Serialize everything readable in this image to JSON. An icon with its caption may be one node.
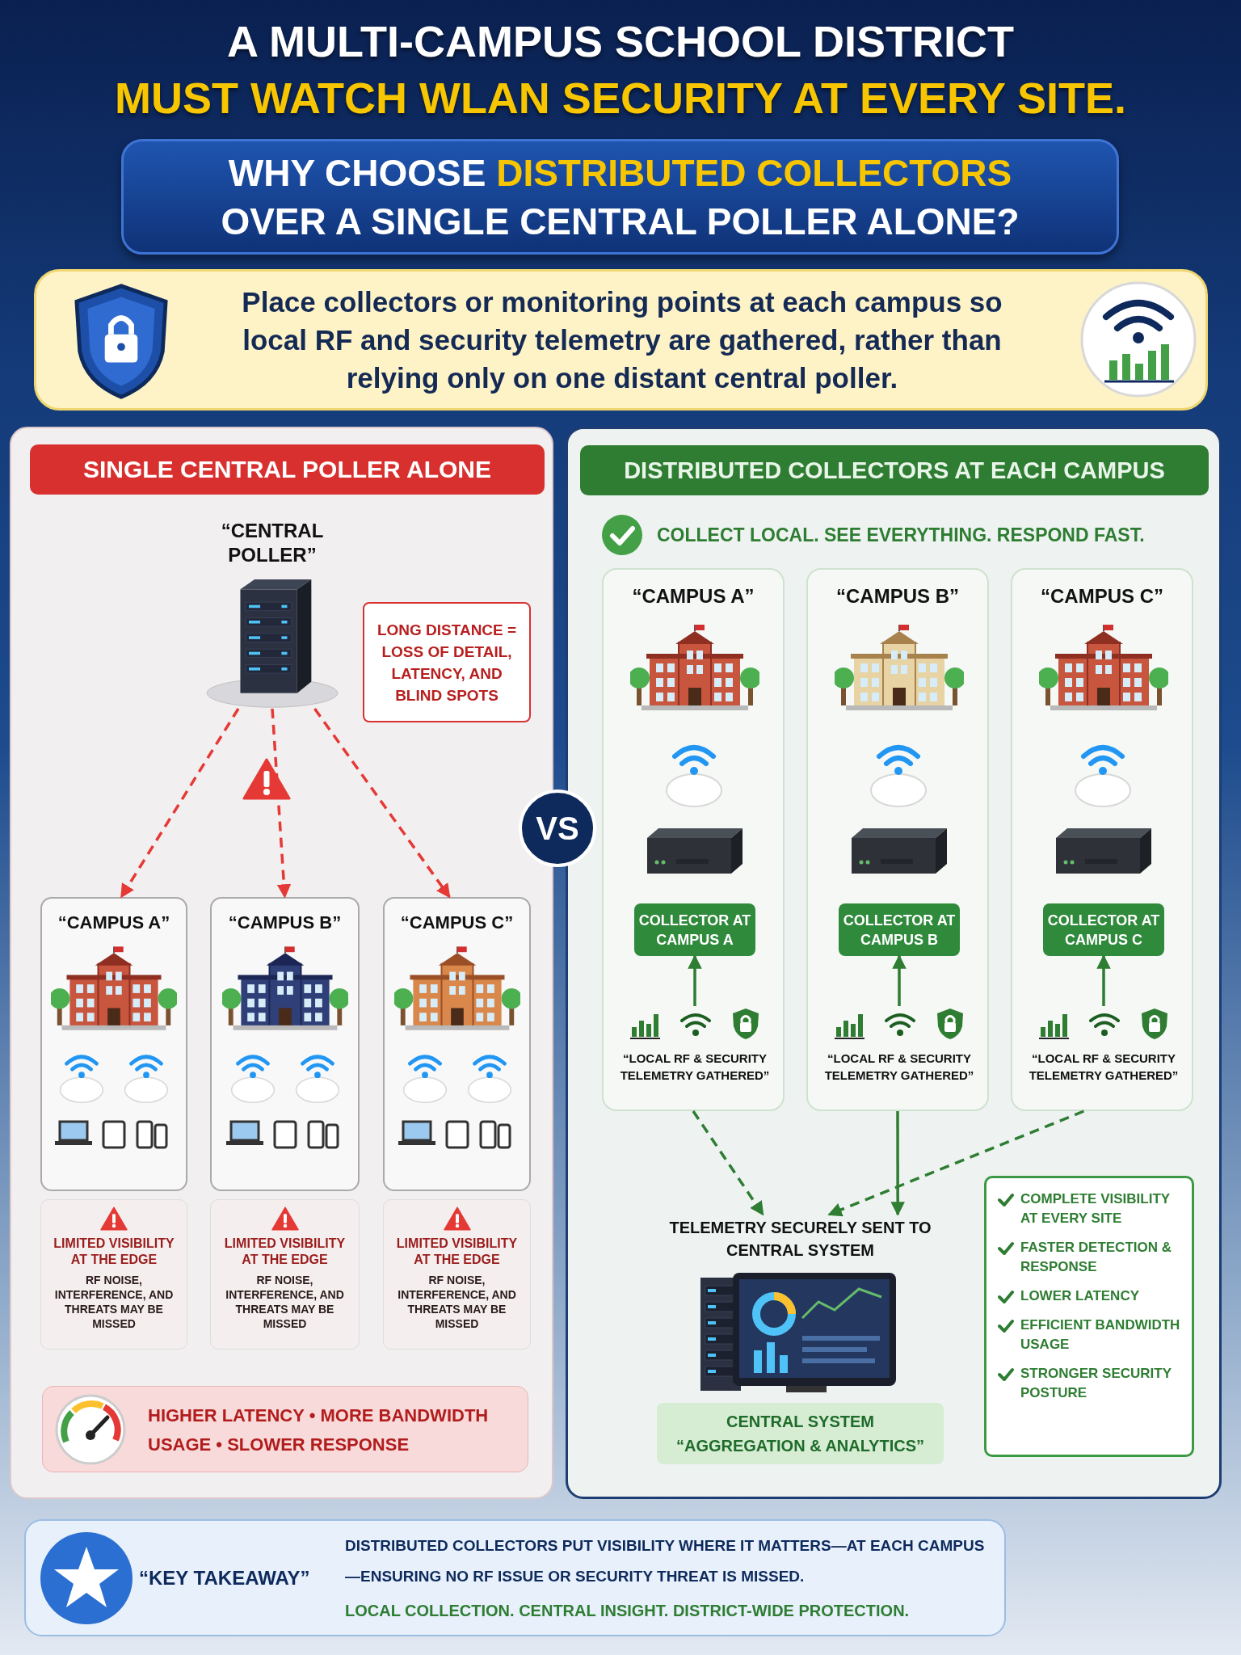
{
  "diagram": {
    "title": "A MULTI-CAMPUS SCHOOL DISTRICT **MUST WATCH WLAN SECURITY AT EVERY SITE.**",
    "nodes": [
      {
        "text": [
          "WHY CHOOSE **DISTRIBUTED COLLECTORS** OVER A SINGLE CENTRAL POLLER ALONE?"
        ]
      },
      {
        "text": [
          "Place collectors or monitoring points at each campus so local RF and security telemetry are gathered, rather than relying only on one distant central poller."
        ]
      },
      {
        "text": [
          "SINGLE CENTRAL POLLER ALONE"
        ]
      },
      {
        "text": [
          "“CENTRAL POLLER”"
        ],
        "in": 2
      },
      {
        "text": [
          "LONG DISTANCE = LOSS OF DETAIL, LATENCY, AND BLIND SPOTS"
        ],
        "in": 2
      },
      {
        "text": [
          "“CAMPUS A”"
        ],
        "in": 2
      },
      {
        "text": [
          "“CAMPUS B”"
        ],
        "in": 2
      },
      {
        "text": [
          "“CAMPUS C”"
        ],
        "in": 2
      },
      {
        "text": [
          "LIMITED VISIBILITY AT THE EDGE",
          "RF NOISE, INTERFERENCE, AND THREATS MAY BE MISSED"
        ],
        "in": 2
      },
      {
        "text": [
          "LIMITED VISIBILITY AT THE EDGE",
          "RF NOISE, INTERFERENCE, AND THREATS MAY BE MISSED"
        ],
        "in": 2
      },
      {
        "text": [
          "LIMITED VISIBILITY AT THE EDGE",
          "RF NOISE, INTERFERENCE, AND THREATS MAY BE MISSED"
        ],
        "in": 2
      },
      {
        "text": [
          "HIGHER LATENCY • MORE BANDWIDTH USAGE • SLOWER RESPONSE"
        ],
        "in": 2
      },
      {
        "text": [
          "VS"
        ]
      },
      {
        "text": [
          "DISTRIBUTED COLLECTORS AT EACH CAMPUS",
          "COLLECT LOCAL. SEE EVERYTHING. RESPOND FAST."
        ]
      },
      {
        "text": [
          "“CAMPUS A”"
        ],
        "in": 13
      },
      {
        "text": [
          "COLLECTOR AT CAMPUS A"
        ],
        "in": 14
      },
      {
        "text": [
          "“LOCAL RF & SECURITY TELEMETRY GATHERED”"
        ],
        "in": 14
      },
      {
        "text": [
          "“CAMPUS B”"
        ],
        "in": 13
      },
      {
        "text": [
          "COLLECTOR AT CAMPUS B"
        ],
        "in": 17
      },
      {
        "text": [
          "“LOCAL RF & SECURITY TELEMETRY GATHERED”"
        ],
        "in": 17
      },
      {
        "text": [
          "“CAMPUS C”"
        ],
        "in": 13
      },
      {
        "text": [
          "COLLECTOR AT CAMPUS C"
        ],
        "in": 20
      },
      {
        "text": [
          "“LOCAL RF & SECURITY TELEMETRY GATHERED”"
        ],
        "in": 20
      },
      {
        "text": [
          "CENTRAL SYSTEM “AGGREGATION & ANALYTICS”"
        ],
        "beside": [
          "TELEMETRY SECURELY SENT TO CENTRAL SYSTEM"
        ],
        "in": 13
      },
      {
        "text": [
          "COMPLETE VISIBILITY AT EVERY SITE",
          "FASTER DETECTION & RESPONSE",
          "LOWER LATENCY",
          "EFFICIENT BANDWIDTH USAGE",
          "STRONGER SECURITY POSTURE"
        ],
        "in": 13
      },
      {
        "text": [
          "“KEY TAKEAWAY”",
          "DISTRIBUTED COLLECTORS PUT VISIBILITY WHERE IT MATTERS—AT EACH CAMPUS—ENSURING NO RF ISSUE OR SECURITY THREAT IS MISSED.",
          "LOCAL COLLECTION. CENTRAL INSIGHT. DISTRICT-WIDE PROTECTION."
        ]
      }
    ],
    "edges": [
      {
        "from": 3,
        "to": 5,
        "arrow": "to",
        "style": "dashed",
        "color": "#e53935"
      },
      {
        "from": 3,
        "to": 6,
        "arrow": "to",
        "style": "dashed",
        "color": "#e53935"
      },
      {
        "from": 3,
        "to": 7,
        "arrow": "to",
        "style": "dashed",
        "color": "#e53935"
      },
      {
        "from": 16,
        "to": 15,
        "arrow": "to"
      },
      {
        "from": 19,
        "to": 18,
        "arrow": "to"
      },
      {
        "from": 22,
        "to": 21,
        "arrow": "to"
      },
      {
        "from": 14,
        "to": 23,
        "arrow": "to",
        "style": "dashed"
      },
      {
        "from": 17,
        "to": 23,
        "arrow": "to"
      },
      {
        "from": 20,
        "to": 23,
        "arrow": "to",
        "style": "dashed"
      }
    ]
  }
}
